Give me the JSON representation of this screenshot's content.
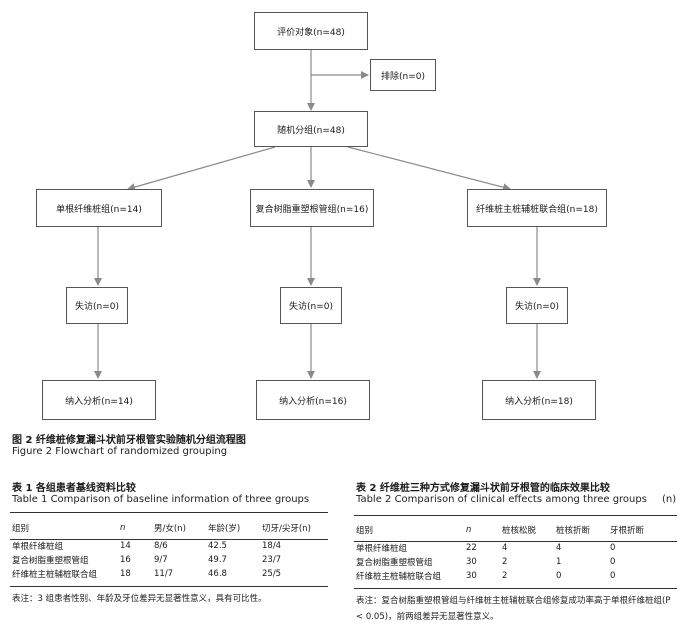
{
  "flowchart": {
    "assessed": "评价对象(n=48)",
    "excluded": "排除(n=0)",
    "randomized": "随机分组(n=48)",
    "groups": [
      {
        "allocation": "单根纤维桩组(n=14)",
        "lost": "失访(n=0)",
        "analysed": "纳入分析(n=14)"
      },
      {
        "allocation": "复合树脂重塑根管组(n=16)",
        "lost": "失访(n=0)",
        "analysed": "纳入分析(n=16)"
      },
      {
        "allocation": "纤维桩主桩辅桩联合组(n=18)",
        "lost": "失访(n=0)",
        "analysed": "纳入分析(n=18)"
      }
    ]
  },
  "figure_caption": {
    "cn": "图 2   纤维桩修复漏斗状前牙根管实验随机分组流程图",
    "en": "Figure 2    Flowchart of randomized grouping"
  },
  "table1": {
    "title_cn": "表 1   各组患者基线资料比较",
    "title_en": "Table 1    Comparison of baseline information of three groups",
    "headers": [
      "组别",
      "n",
      "男/女(n)",
      "年龄(岁)",
      "切牙/尖牙(n)"
    ],
    "rows": [
      [
        "单根纤维桩组",
        "14",
        "8/6",
        "42.5",
        "18/4"
      ],
      [
        "复合树脂重塑根管组",
        "16",
        "9/7",
        "49.7",
        "23/7"
      ],
      [
        "纤维桩主桩辅桩联合组",
        "18",
        "11/7",
        "46.8",
        "25/5"
      ]
    ],
    "note": "表注：3 组患者性别、年龄及牙位差异无显著性意义，具有可比性。"
  },
  "table2": {
    "title_cn": "表 2   纤维桩三种方式修复漏斗状前牙根管的临床效果比较",
    "title_en": "Table 2    Comparison of clinical effects among three groups",
    "unit": "(n)",
    "headers": [
      "组别",
      "n",
      "桩核松脱",
      "桩核折断",
      "牙根折断"
    ],
    "rows": [
      [
        "单根纤维桩组",
        "22",
        "4",
        "4",
        "0"
      ],
      [
        "复合树脂重塑根管组",
        "30",
        "2",
        "1",
        "0"
      ],
      [
        "纤维桩主桩辅桩联合组",
        "30",
        "2",
        "0",
        "0"
      ]
    ],
    "note": "表注：复合树脂重塑根管组与纤维桩主桩辅桩联合组修复成功率高于单根纤维桩组(P < 0.05)，前两组差异无显著性意义。"
  }
}
